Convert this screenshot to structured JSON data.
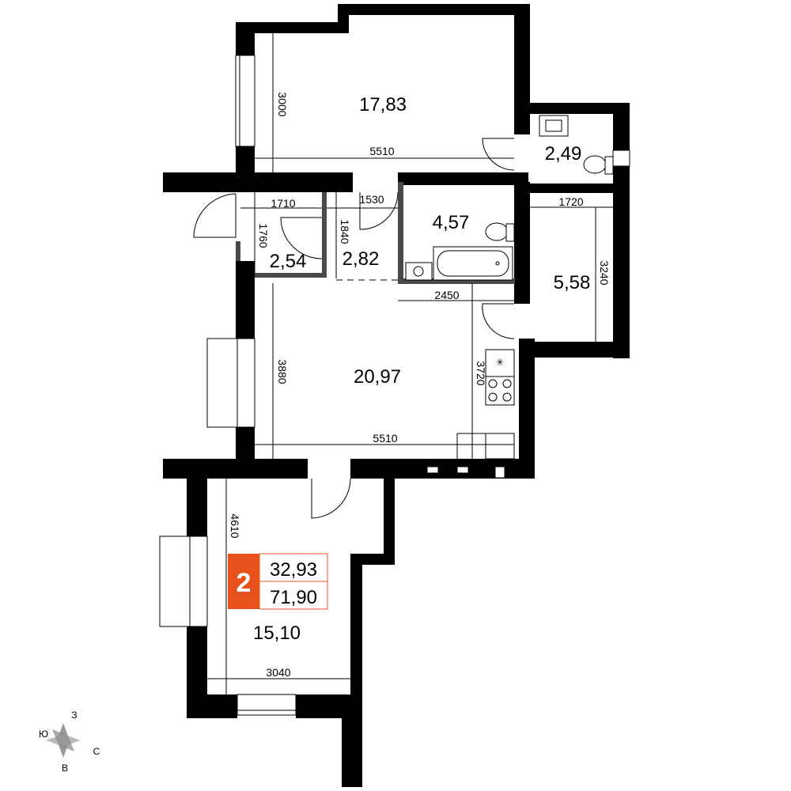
{
  "colors": {
    "wall": "#000000",
    "accent": "#e8501c",
    "partition": "#4a4a4a"
  },
  "rooms": [
    {
      "id": "bedroom",
      "area": "17,83"
    },
    {
      "id": "toilet",
      "area": "2,49"
    },
    {
      "id": "bathroom",
      "area": "4,57"
    },
    {
      "id": "wardrobe",
      "area": "5,58"
    },
    {
      "id": "closet",
      "area": "2,54"
    },
    {
      "id": "hall",
      "area": "2,82"
    },
    {
      "id": "living-kitchen",
      "area": "20,97"
    },
    {
      "id": "room",
      "area": "15,10"
    }
  ],
  "dimensions": {
    "bedroom_height": "3000",
    "bedroom_width": "5510",
    "closet_width": "1710",
    "hall_width": "1530",
    "closet_height": "1760",
    "hall_height": "1840",
    "wardrobe_width": "1720",
    "wardrobe_height": "3240",
    "bathroom_width": "2450",
    "living_height_left": "3880",
    "living_height_right": "3720",
    "living_width": "5510",
    "room_height": "4610",
    "room_width": "3040"
  },
  "badge": {
    "rooms_count": "2",
    "living_area": "32,93",
    "total_area": "71,90"
  },
  "compass": {
    "north": "З",
    "east": "С",
    "south": "В",
    "west": "Ю"
  }
}
